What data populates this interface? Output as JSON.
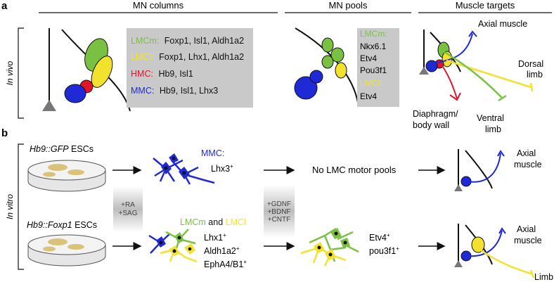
{
  "panel_a": {
    "letter": "a",
    "side_label": "In vivo",
    "headers": {
      "mn_columns": "MN columns",
      "mn_pools": "MN pools",
      "muscle_targets": "Muscle targets"
    },
    "columns_box": {
      "lmcm": {
        "name": "LMCm:",
        "markers": "Foxp1, Isl1, Aldh1a2"
      },
      "lmcl": {
        "name": "LMCl:",
        "markers": "Foxp1, Lhx1, Aldh1a2"
      },
      "hmc": {
        "name": "HMC:",
        "markers": "Hb9, Isl1"
      },
      "mmc": {
        "name": "MMC:",
        "markers": "Hb9, Isl1, Lhx3"
      }
    },
    "pools_box": {
      "lmcm_name": "LMCm:",
      "lmcm_markers": [
        "Nkx6.1",
        "Etv4",
        "Pou3f1"
      ],
      "lmcl_name": "LMCl:",
      "lmcl_markers": [
        "Etv4"
      ]
    },
    "targets": {
      "axial": "Axial muscle",
      "dorsal_1": "Dorsal",
      "dorsal_2": "limb",
      "ventral_1": "Ventral",
      "ventral_2": "limb",
      "diaphragm_1": "Diaphragm/",
      "diaphragm_2": "body wall"
    }
  },
  "panel_b": {
    "letter": "b",
    "side_label": "In vitro",
    "esc_top": {
      "prefix": "Hb9::GFP",
      "suffix": " ESCs"
    },
    "esc_bottom": {
      "prefix": "Hb9::Foxp1",
      "suffix": " ESCs"
    },
    "ra_sag": [
      "+RA",
      "+SAG"
    ],
    "growth_factors": [
      "+GDNF",
      "+BDNF",
      "+CNTF"
    ],
    "mmc_label": "MMC:",
    "lhx3": {
      "base": "Lhx3",
      "sup": "+"
    },
    "lmc_label": {
      "lmcm": "LMCm",
      "and": " and ",
      "lmcl": "LMCl"
    },
    "lmc_markers": [
      {
        "base": "Lhx1",
        "sup": "+"
      },
      {
        "base": "Aldh1a2",
        "sup": "+"
      },
      {
        "base": "EphA4/B1",
        "sup": "+"
      }
    ],
    "no_lmc": "No LMC motor pools",
    "pool_markers": [
      {
        "base": "Etv4",
        "sup": "+"
      },
      {
        "base": "pou3f1",
        "sup": "+"
      }
    ],
    "axial_top": [
      "Axial",
      "muscle"
    ],
    "axial_bottom": [
      "Axial",
      "muscle"
    ],
    "limb": "Limb"
  },
  "colors": {
    "green": "#7ac143",
    "yellow": "#f2e22d",
    "red": "#e2152b",
    "blue": "#1f2ad6",
    "gray_box": "#c9c9c9"
  }
}
